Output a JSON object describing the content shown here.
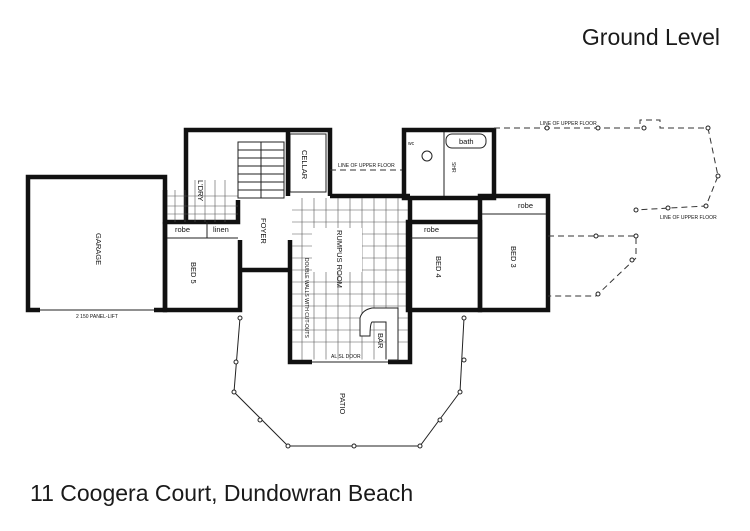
{
  "title": "Ground Level",
  "address": "11 Coogera Court, Dundowran Beach",
  "rooms": {
    "garage": "GARAGE",
    "panel_lift": "2 150 PANEL-LIFT",
    "laundry": "L'DRY",
    "cellar": "CELLAR",
    "foyer": "FOYER",
    "rumpus": "RUMPUS ROOM",
    "bed5": "BED 5",
    "bed4": "BED 4",
    "bed3": "BED 3",
    "robe_bed5": "robe",
    "linen": "linen",
    "robe_bed4": "robe",
    "robe_bed3": "robe",
    "bath": "bath",
    "bar": "BAR",
    "patio": "PATIO",
    "wc": "wc",
    "shower": "SHR",
    "upper_floor_1": "LINE OF UPPER FLOOR",
    "upper_floor_2": "LINE OF UPPER FLOOR",
    "upper_floor_3": "LINE OF UPPER FLOOR",
    "double_walls": "DOUBLE WALLS WITH CUT-OUTS",
    "sliding_door": "AL SL DOOR"
  }
}
